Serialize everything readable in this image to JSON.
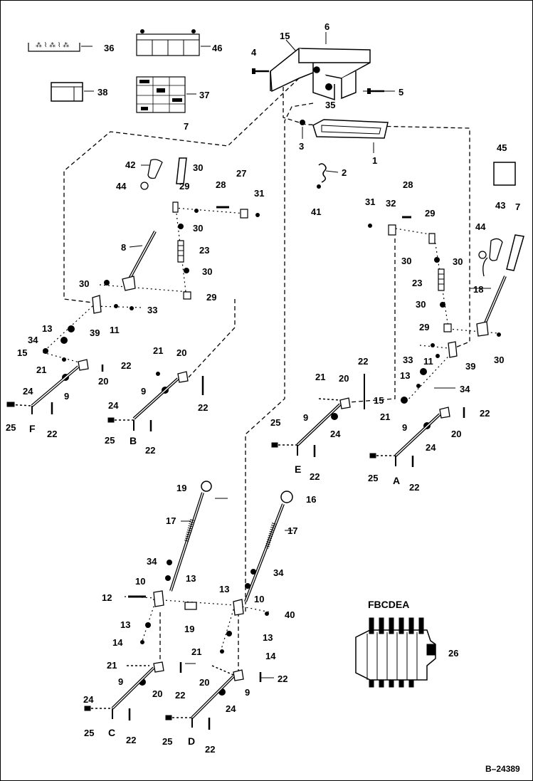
{
  "figure_number": "B–24389",
  "valve_section_labels": "FBCDEA",
  "callouts": [
    {
      "id": "c6",
      "text": "6"
    },
    {
      "id": "c15a",
      "text": "15"
    },
    {
      "id": "c4",
      "text": "4"
    },
    {
      "id": "c5",
      "text": "5"
    },
    {
      "id": "c35",
      "text": "35"
    },
    {
      "id": "c3",
      "text": "3"
    },
    {
      "id": "c1",
      "text": "1"
    },
    {
      "id": "c36",
      "text": "36"
    },
    {
      "id": "c46",
      "text": "46"
    },
    {
      "id": "c38",
      "text": "38"
    },
    {
      "id": "c37",
      "text": "37"
    },
    {
      "id": "c7a",
      "text": "7"
    },
    {
      "id": "c42",
      "text": "42"
    },
    {
      "id": "c44a",
      "text": "44"
    },
    {
      "id": "c30a",
      "text": "30"
    },
    {
      "id": "c29a",
      "text": "29"
    },
    {
      "id": "c28a",
      "text": "28"
    },
    {
      "id": "c27",
      "text": "27"
    },
    {
      "id": "c31a",
      "text": "31"
    },
    {
      "id": "c30b",
      "text": "30"
    },
    {
      "id": "c8",
      "text": "8"
    },
    {
      "id": "c23a",
      "text": "23"
    },
    {
      "id": "c30c",
      "text": "30"
    },
    {
      "id": "c30d",
      "text": "30"
    },
    {
      "id": "c29b",
      "text": "29"
    },
    {
      "id": "c33a",
      "text": "33"
    },
    {
      "id": "c13a",
      "text": "13"
    },
    {
      "id": "c11a",
      "text": "11"
    },
    {
      "id": "c39a",
      "text": "39"
    },
    {
      "id": "c34a",
      "text": "34"
    },
    {
      "id": "c15b",
      "text": "15"
    },
    {
      "id": "c21a",
      "text": "21"
    },
    {
      "id": "c22a",
      "text": "22"
    },
    {
      "id": "c20a",
      "text": "20"
    },
    {
      "id": "c21b",
      "text": "21"
    },
    {
      "id": "c20b",
      "text": "20"
    },
    {
      "id": "c24a",
      "text": "24"
    },
    {
      "id": "c9a",
      "text": "9"
    },
    {
      "id": "c9b",
      "text": "9"
    },
    {
      "id": "c24b",
      "text": "24"
    },
    {
      "id": "c22b",
      "text": "22"
    },
    {
      "id": "c25a",
      "text": "25"
    },
    {
      "id": "c22c",
      "text": "22"
    },
    {
      "id": "c25b",
      "text": "25"
    },
    {
      "id": "c22d",
      "text": "22"
    },
    {
      "id": "c2",
      "text": "2"
    },
    {
      "id": "c41",
      "text": "41"
    },
    {
      "id": "c45",
      "text": "45"
    },
    {
      "id": "c31b",
      "text": "31"
    },
    {
      "id": "c32",
      "text": "32"
    },
    {
      "id": "c28b",
      "text": "28"
    },
    {
      "id": "c29c",
      "text": "29"
    },
    {
      "id": "c44b",
      "text": "44"
    },
    {
      "id": "c43",
      "text": "43"
    },
    {
      "id": "c7b",
      "text": "7"
    },
    {
      "id": "c30e",
      "text": "30"
    },
    {
      "id": "c30f",
      "text": "30"
    },
    {
      "id": "c23b",
      "text": "23"
    },
    {
      "id": "c18",
      "text": "18"
    },
    {
      "id": "c30g",
      "text": "30"
    },
    {
      "id": "c29d",
      "text": "29"
    },
    {
      "id": "c22e",
      "text": "22"
    },
    {
      "id": "c33b",
      "text": "33"
    },
    {
      "id": "c11b",
      "text": "11"
    },
    {
      "id": "c39b",
      "text": "39"
    },
    {
      "id": "c30h",
      "text": "30"
    },
    {
      "id": "c21c",
      "text": "21"
    },
    {
      "id": "c20c",
      "text": "20"
    },
    {
      "id": "c13b",
      "text": "13"
    },
    {
      "id": "c34b",
      "text": "34"
    },
    {
      "id": "c15c",
      "text": "15"
    },
    {
      "id": "c9c",
      "text": "9"
    },
    {
      "id": "c21d",
      "text": "21"
    },
    {
      "id": "c22f",
      "text": "22"
    },
    {
      "id": "c24c",
      "text": "24"
    },
    {
      "id": "c9d",
      "text": "9"
    },
    {
      "id": "c20d",
      "text": "20"
    },
    {
      "id": "c25c",
      "text": "25"
    },
    {
      "id": "c22g",
      "text": "22"
    },
    {
      "id": "c24d",
      "text": "24"
    },
    {
      "id": "c25d",
      "text": "25"
    },
    {
      "id": "c22h",
      "text": "22"
    },
    {
      "id": "c19a",
      "text": "19"
    },
    {
      "id": "c16",
      "text": "16"
    },
    {
      "id": "c17a",
      "text": "17"
    },
    {
      "id": "c17b",
      "text": "17"
    },
    {
      "id": "c34c",
      "text": "34"
    },
    {
      "id": "c34d",
      "text": "34"
    },
    {
      "id": "c10a",
      "text": "10"
    },
    {
      "id": "c13c",
      "text": "13"
    },
    {
      "id": "c13d",
      "text": "13"
    },
    {
      "id": "c12",
      "text": "12"
    },
    {
      "id": "c10b",
      "text": "10"
    },
    {
      "id": "c40",
      "text": "40"
    },
    {
      "id": "c13e",
      "text": "13"
    },
    {
      "id": "c19b",
      "text": "19"
    },
    {
      "id": "c14a",
      "text": "14"
    },
    {
      "id": "c13f",
      "text": "13"
    },
    {
      "id": "c21e",
      "text": "21"
    },
    {
      "id": "c14b",
      "text": "14"
    },
    {
      "id": "c9e",
      "text": "9"
    },
    {
      "id": "c20e",
      "text": "20"
    },
    {
      "id": "c22i",
      "text": "22"
    },
    {
      "id": "c21f",
      "text": "21"
    },
    {
      "id": "c24e",
      "text": "24"
    },
    {
      "id": "c20f",
      "text": "20"
    },
    {
      "id": "c22j",
      "text": "22"
    },
    {
      "id": "c9f",
      "text": "9"
    },
    {
      "id": "c25e",
      "text": "25"
    },
    {
      "id": "c22k",
      "text": "22"
    },
    {
      "id": "c24f",
      "text": "24"
    },
    {
      "id": "c25f",
      "text": "25"
    },
    {
      "id": "c22l",
      "text": "22"
    },
    {
      "id": "c26",
      "text": "26"
    }
  ],
  "letters": [
    {
      "id": "lF",
      "text": "F"
    },
    {
      "id": "lB",
      "text": "B"
    },
    {
      "id": "lE",
      "text": "E"
    },
    {
      "id": "lA",
      "text": "A"
    },
    {
      "id": "lC",
      "text": "C"
    },
    {
      "id": "lD",
      "text": "D"
    }
  ]
}
